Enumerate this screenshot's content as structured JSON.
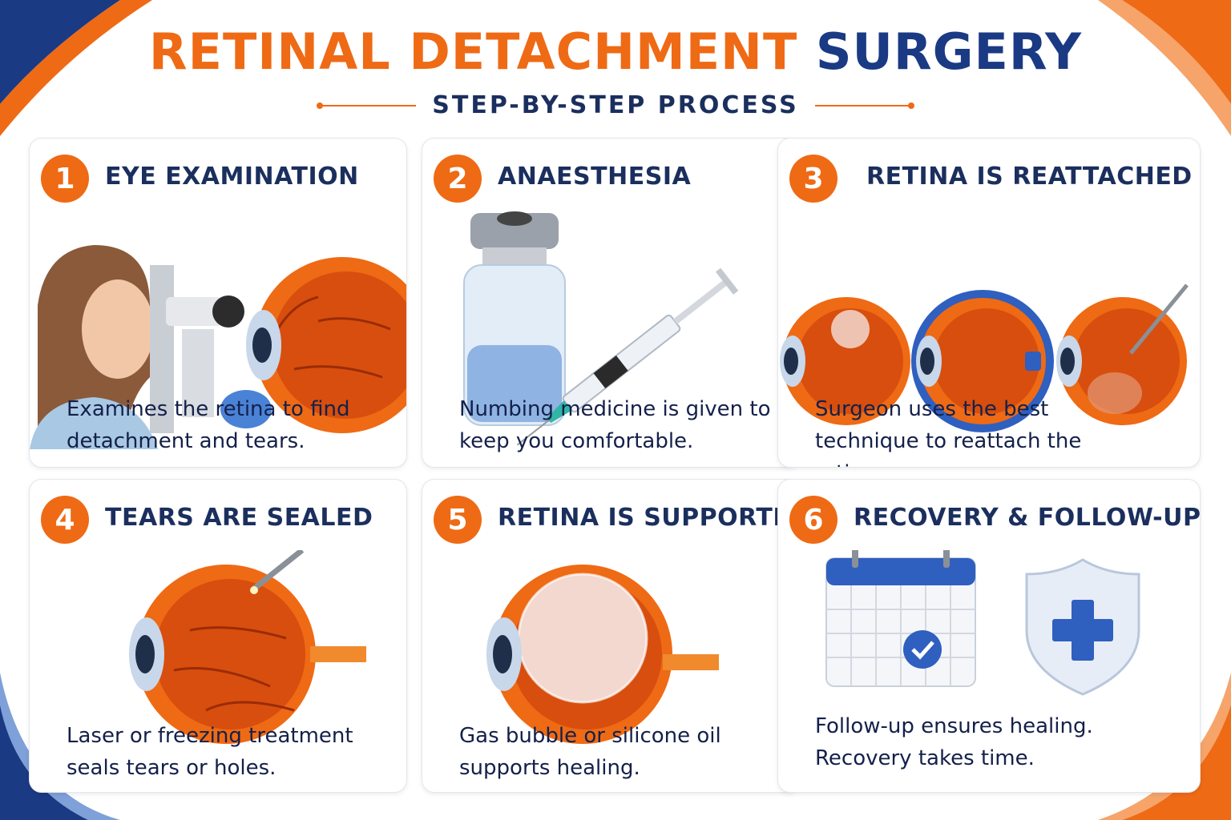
{
  "title": {
    "part1": "RETINAL DETACHMENT",
    "part2": "SURGERY"
  },
  "subtitle": "STEP-BY-STEP PROCESS",
  "colors": {
    "accent": "#ef6a14",
    "navy": "#1b3a84"
  },
  "steps": [
    {
      "number": "1",
      "title": "EYE EXAMINATION",
      "text": "Examines the retina to find detachment and tears.",
      "icon": "eye-exam-illustration"
    },
    {
      "number": "2",
      "title": "ANAESTHESIA",
      "text": "Numbing medicine is given to keep you comfortable.",
      "icon": "vial-syringe-illustration"
    },
    {
      "number": "3",
      "title": "RETINA IS REATTACHED",
      "text": "Surgeon uses the best technique to reattach the retina.",
      "icon": "three-eyes-illustration"
    },
    {
      "number": "4",
      "title": "TEARS ARE SEALED",
      "text": "Laser or freezing treatment seals tears or holes.",
      "icon": "laser-eye-illustration"
    },
    {
      "number": "5",
      "title": "RETINA IS SUPPORTED",
      "text": "Gas bubble or silicone oil supports healing.",
      "icon": "gas-bubble-eye-illustration"
    },
    {
      "number": "6",
      "title": "RECOVERY & FOLLOW-UP",
      "text": "Follow-up ensures healing. Recovery takes time.",
      "icon": "calendar-shield-illustration"
    }
  ]
}
